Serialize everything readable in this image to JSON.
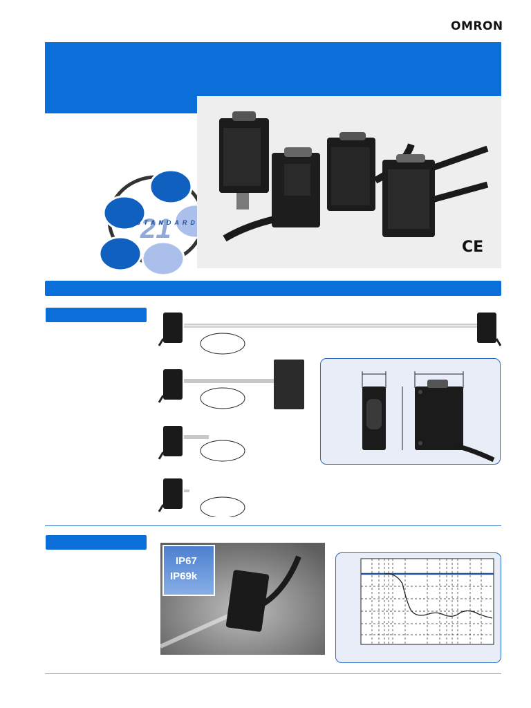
{
  "header": {
    "brand": "OMRON"
  },
  "hero": {
    "badge_glyph": "21",
    "badge_text": "STANDARD",
    "ce_mark": "CE"
  },
  "ip_photo": {
    "rating_1": "IP67",
    "rating_2": "IP69k"
  },
  "colors": {
    "accent_blue": "#0a6fd8",
    "panel_blue": "#e8edf8",
    "border_blue": "#2a66c4"
  }
}
